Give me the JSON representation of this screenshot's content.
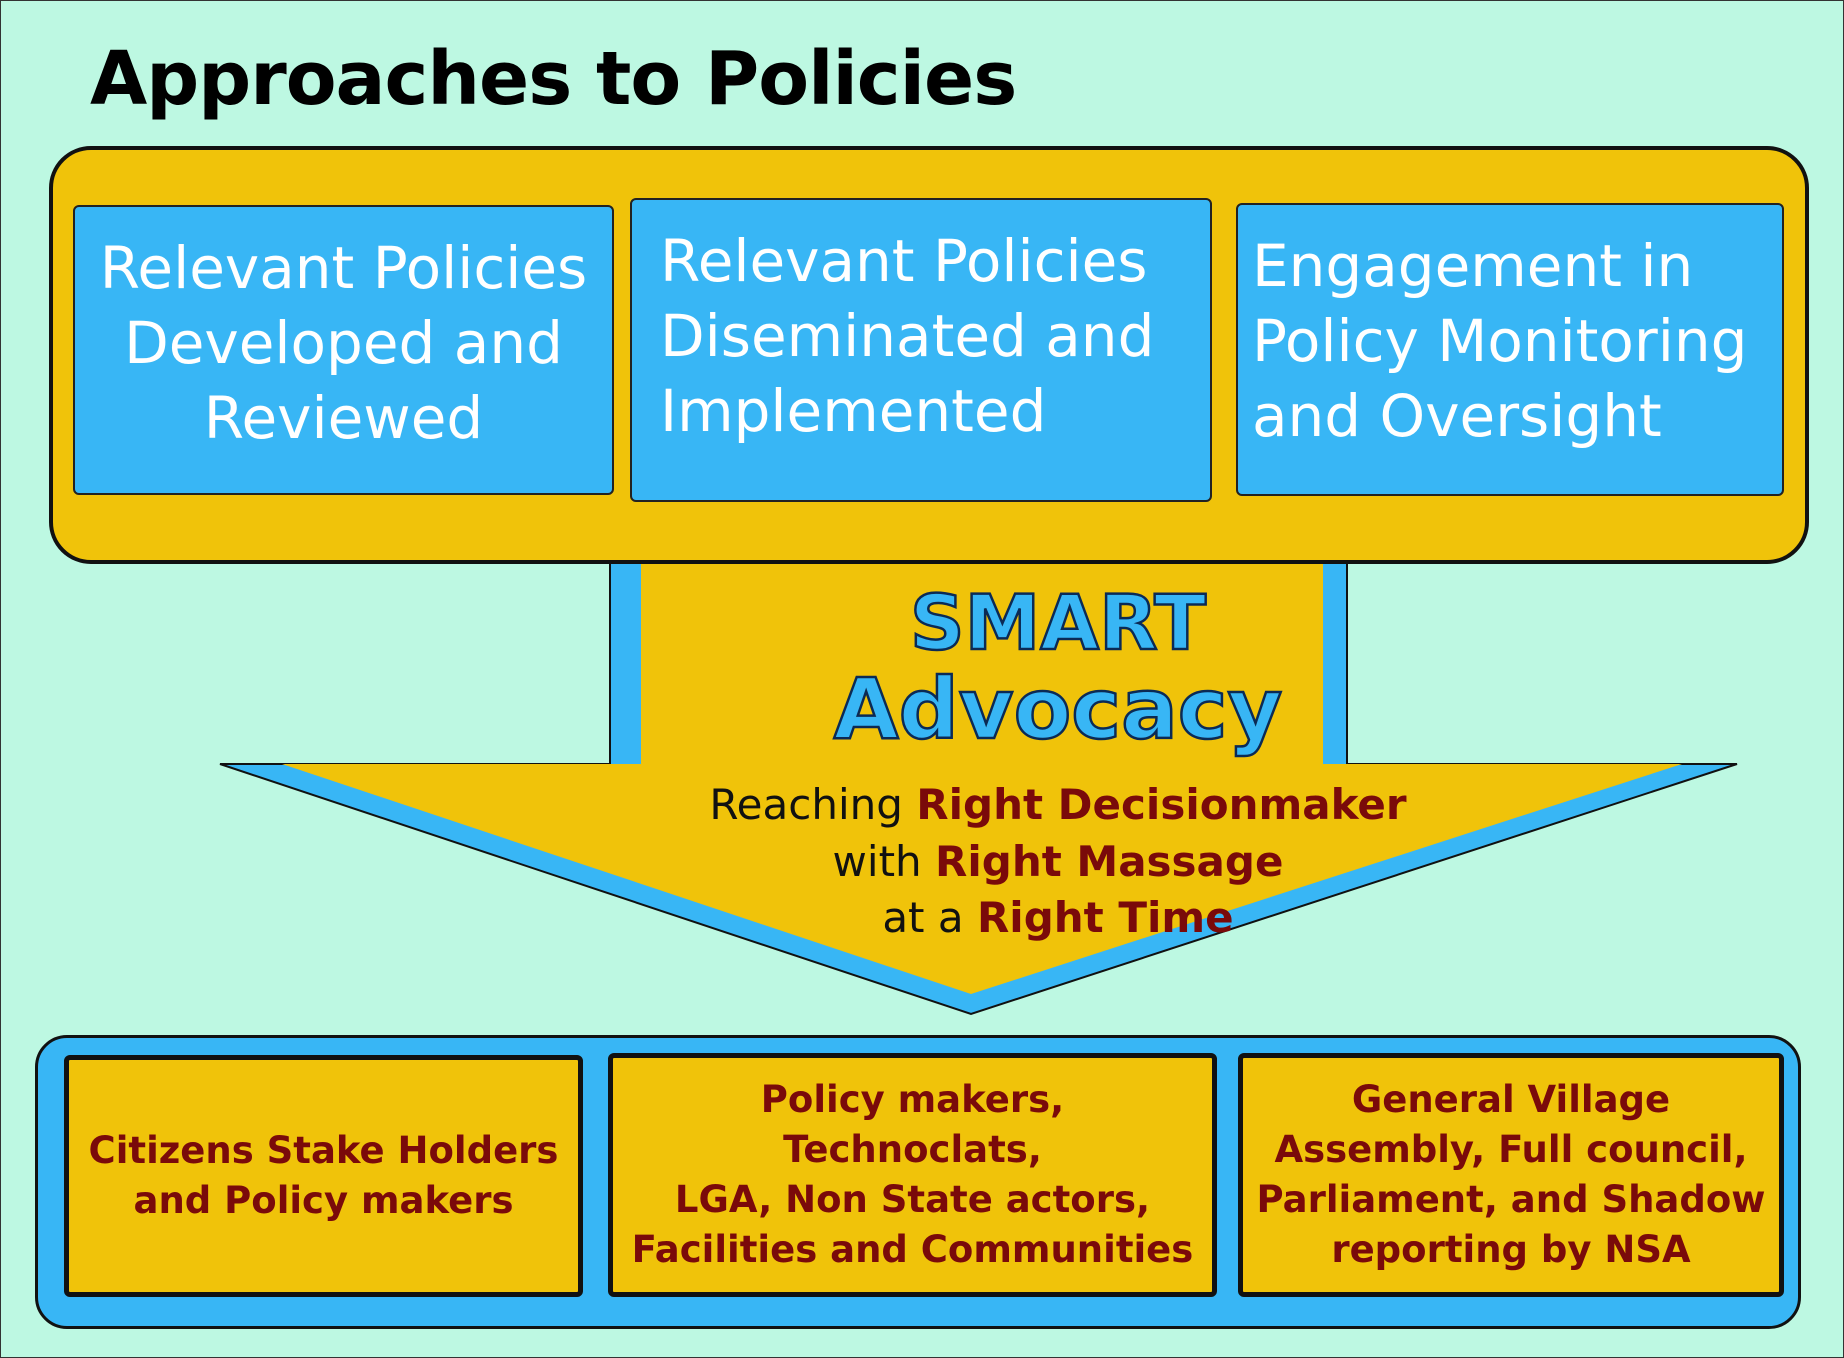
{
  "title": "Approaches to Policies",
  "top_boxes": [
    {
      "text": "Relevant Policies Developed and Reviewed"
    },
    {
      "text": "Relevant Policies Diseminated and Implemented"
    },
    {
      "text": "Engagement in Policy Monitoring and Oversight"
    }
  ],
  "arrow": {
    "line1": "SMART",
    "line2": "Advocacy",
    "reach": [
      {
        "plain": "Reaching ",
        "bold": "Right Decisionmaker"
      },
      {
        "plain": "with ",
        "bold": "Right Massage"
      },
      {
        "plain": "at a ",
        "bold": "Right Time"
      }
    ]
  },
  "bottom_boxes": [
    {
      "text": "Citizens Stake Holders\nand Policy makers"
    },
    {
      "text": "Policy makers,\nTechnoclats,\nLGA, Non State actors,\nFacilities and Communities"
    },
    {
      "text": "General Village\nAssembly, Full council,\nParliament, and Shadow\nreporting by NSA"
    }
  ],
  "colors": {
    "background": "#bdf8e2",
    "yellow": "#f0c30a",
    "blue": "#38b6f5",
    "accent_text": "#7a0a0a"
  }
}
